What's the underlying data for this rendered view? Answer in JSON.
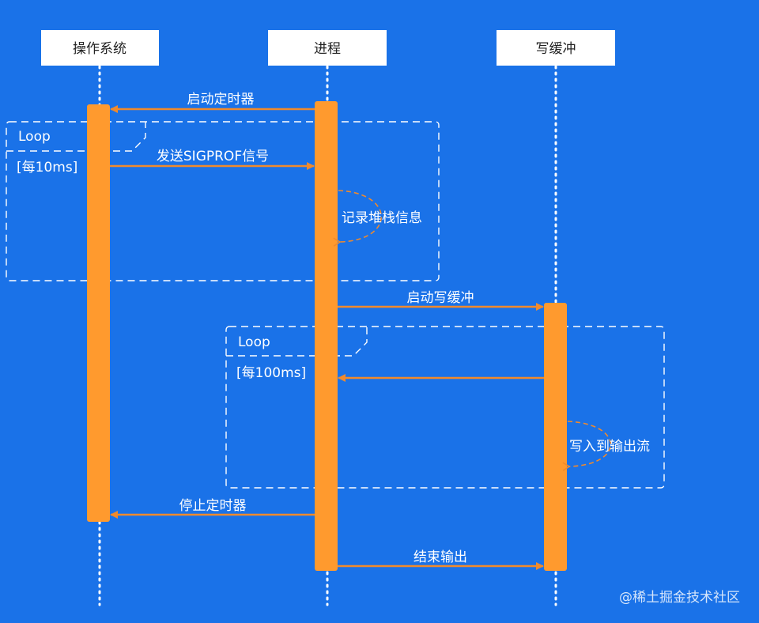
{
  "participants": [
    {
      "label": "操作系统"
    },
    {
      "label": "进程"
    },
    {
      "label": "写缓冲"
    }
  ],
  "messages": {
    "start_timer": "启动定时器",
    "send_signal": "发送SIGPROF信号",
    "record_stack": "记录堆栈信息",
    "start_write_buffer": "启动写缓冲",
    "write_to_output": "写入到输出流",
    "stop_timer": "停止定时器",
    "end_output": "结束输出"
  },
  "loops": [
    {
      "label": "Loop",
      "condition": "[每10ms]"
    },
    {
      "label": "Loop",
      "condition": "[每100ms]"
    }
  ],
  "watermark": "@稀土掘金技术社区",
  "colors": {
    "background": "#1a72e8",
    "activation": "#ff9a2e",
    "arrow": "#f08a2c",
    "header_box": "#ffffff",
    "frame": "#ffffff"
  }
}
